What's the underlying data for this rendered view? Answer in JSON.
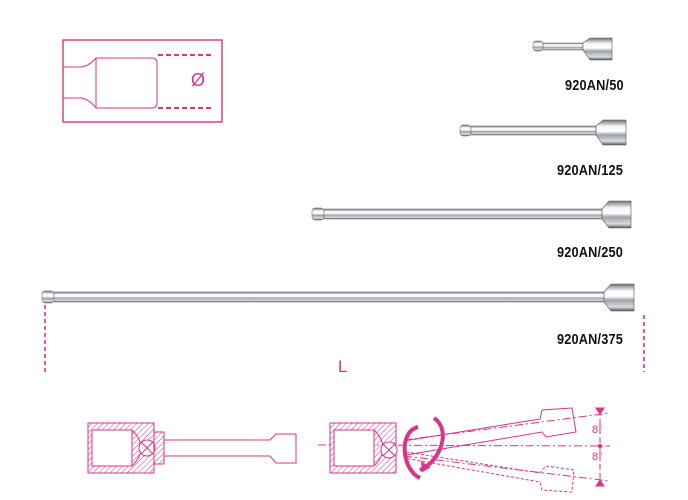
{
  "colors": {
    "accent": "#d8348a",
    "chrome": "#b8bcc2"
  },
  "diagram": {
    "diameter_symbol": "Ø",
    "length_symbol": "L",
    "angle_up": "8°",
    "angle_down": "8°"
  },
  "products": [
    {
      "code": "920AN/50"
    },
    {
      "code": "920AN/125"
    },
    {
      "code": "920AN/250"
    },
    {
      "code": "920AN/375"
    }
  ]
}
